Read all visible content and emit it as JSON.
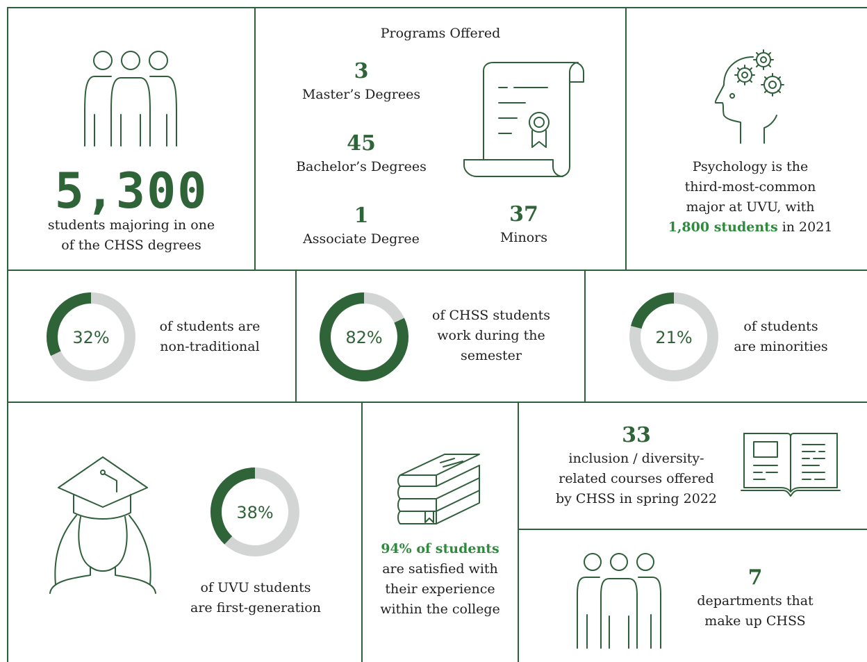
{
  "students": {
    "count": "5,300",
    "caption_line1": "students majoring in one",
    "caption_line2": "of the CHSS degrees"
  },
  "programs": {
    "heading": "Programs Offered",
    "masters": {
      "value": "3",
      "label": "Master’s Degrees"
    },
    "bachelors": {
      "value": "45",
      "label": "Bachelor’s Degrees"
    },
    "associate": {
      "value": "1",
      "label": "Associate Degree"
    },
    "minors": {
      "value": "37",
      "label": "Minors"
    }
  },
  "psychology": {
    "line1": "Psychology is the",
    "line2": "third-most-common",
    "line3": "major at UVU, with",
    "highlight": "1,800 students",
    "suffix": " in 2021"
  },
  "stats": {
    "nontraditional": {
      "percent": 32,
      "label": "32%",
      "line1": "of students are",
      "line2": "non-traditional"
    },
    "working": {
      "percent": 82,
      "label": "82%",
      "line1": "of CHSS students",
      "line2": "work during the",
      "line3": "semester"
    },
    "minorities": {
      "percent": 21,
      "label": "21%",
      "line1": "of students",
      "line2": "are minorities"
    },
    "firstgen": {
      "percent": 38,
      "label": "38%",
      "line1": "of UVU students",
      "line2": "are first-generation"
    }
  },
  "satisfaction": {
    "highlight": "94% of students",
    "line1": "are satisfied with",
    "line2": "their experience",
    "line3": "within the college"
  },
  "courses": {
    "value": "33",
    "line1": "inclusion / diversity-",
    "line2": "related  courses offered",
    "line3": "by CHSS in spring 2022"
  },
  "departments": {
    "value": "7",
    "line1": "departments that",
    "line2": "make up CHSS"
  },
  "colors": {
    "green": "#2f6338",
    "accent": "#2f8a3e",
    "track": "#d3d5d4",
    "border": "#2f5f3a"
  },
  "icons": [
    "people-icon",
    "diploma-icon",
    "head-gears-icon",
    "graduate-icon",
    "books-stack-icon",
    "open-book-icon",
    "team-icon"
  ]
}
